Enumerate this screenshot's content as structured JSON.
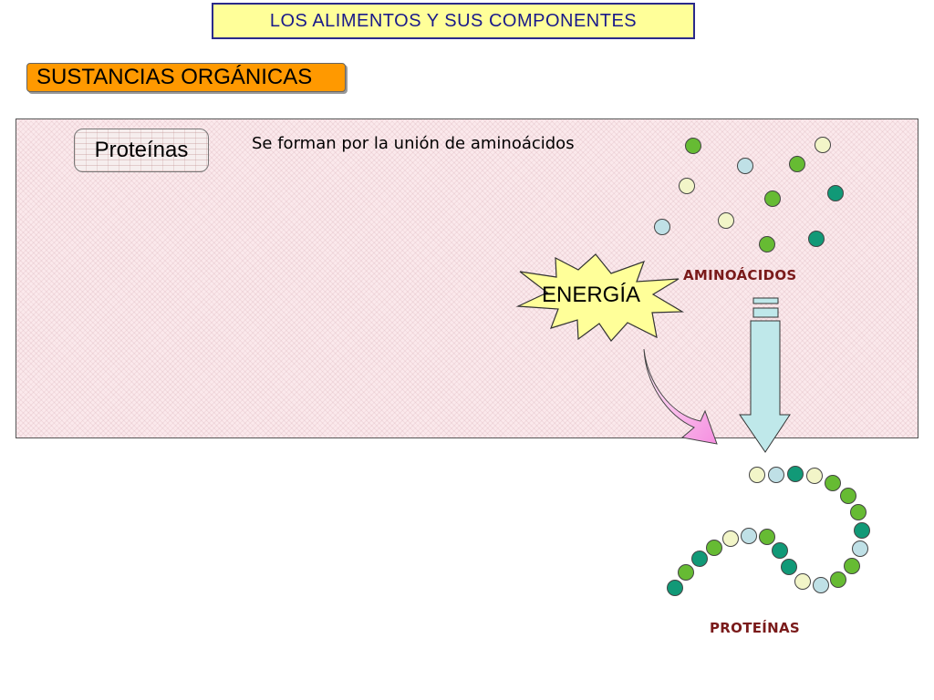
{
  "header": {
    "title": "LOS ALIMENTOS Y SUS COMPONENTES"
  },
  "section": {
    "title": "SUSTANCIAS ORGÁNICAS"
  },
  "topic": {
    "label": "Proteínas",
    "description": "Se forman por la unión de aminoácidos"
  },
  "diagram": {
    "energy_label": "ENERGÍA",
    "amino_label": "AMINOÁCIDOS",
    "protein_label": "PROTEÍNAS",
    "colors": {
      "green": "#66bb33",
      "teal": "#119977",
      "light_blue": "#bfe0e6",
      "cream": "#f2f5c8",
      "energy_fill": "#ffff99",
      "arrow_down_fill": "#bfe8ea",
      "curved_arrow_fill": "#f58ee0",
      "label_text": "#7a1a1a"
    }
  }
}
